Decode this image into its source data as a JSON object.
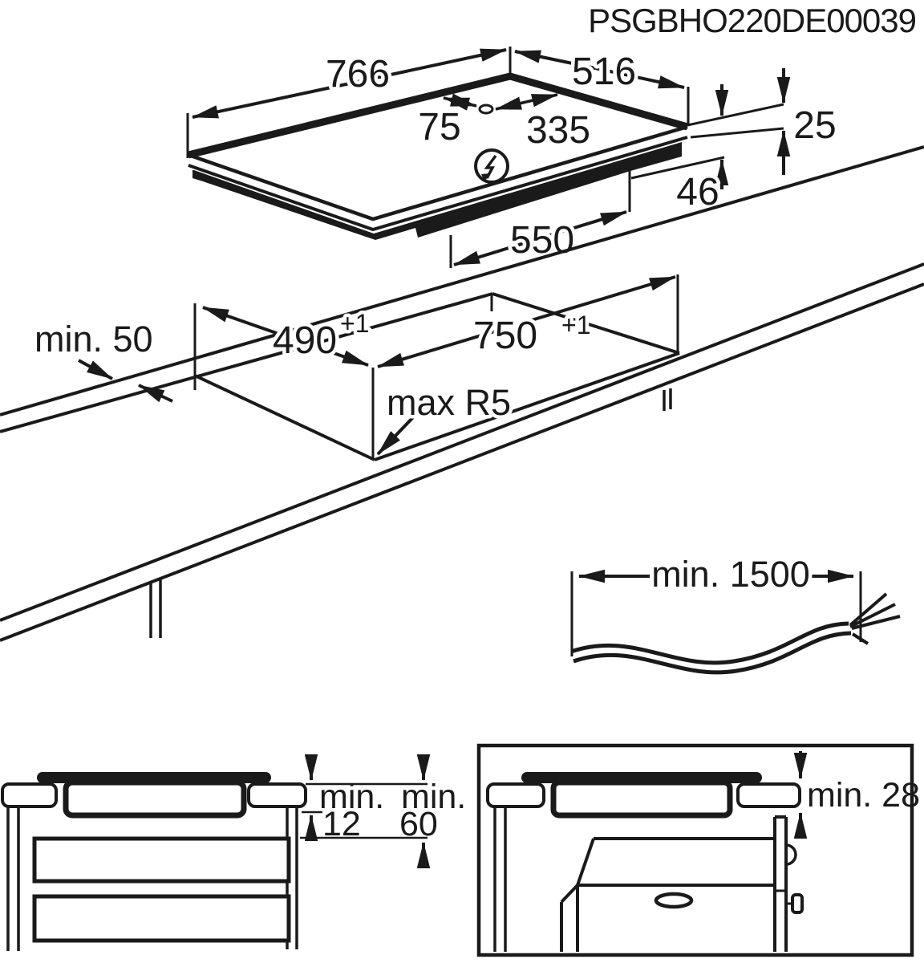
{
  "title": "PSGBHO220DE00039",
  "hob_view": {
    "width": "766",
    "depth": "516",
    "hole_offset": "75",
    "hole_span": "335",
    "height_above_counter": "25",
    "body_depth": "46",
    "body_width": "550"
  },
  "cutout_view": {
    "front_clearance": "min. 50",
    "cutout_depth": "490",
    "cutout_depth_tol": "+1",
    "cutout_width": "750",
    "cutout_width_tol": "+1",
    "corner_radius": "max R5"
  },
  "cable": {
    "length": "min. 1500"
  },
  "drawer_view": {
    "gap1_label": "min.",
    "gap1_value": "12",
    "gap2_label": "min.",
    "gap2_value": "60"
  },
  "oven_view": {
    "clearance": "min. 28"
  }
}
